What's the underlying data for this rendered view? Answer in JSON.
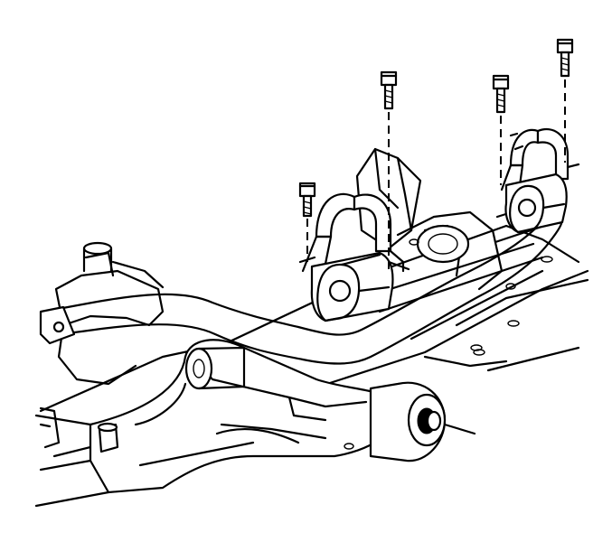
{
  "diagram": {
    "style": "black line art on white background",
    "components": [
      "crossmember-frame",
      "stabilizer-shaft",
      "stabilizer-bushing-left",
      "stabilizer-bushing-right",
      "stabilizer-clamp-left",
      "stabilizer-clamp-right",
      "bolt-1",
      "bolt-2",
      "bolt-3",
      "bolt-4",
      "lower-control-arm",
      "control-arm-bushing"
    ],
    "bolt_count": 4,
    "colors": {
      "line": "#000000",
      "background": "#ffffff"
    }
  }
}
